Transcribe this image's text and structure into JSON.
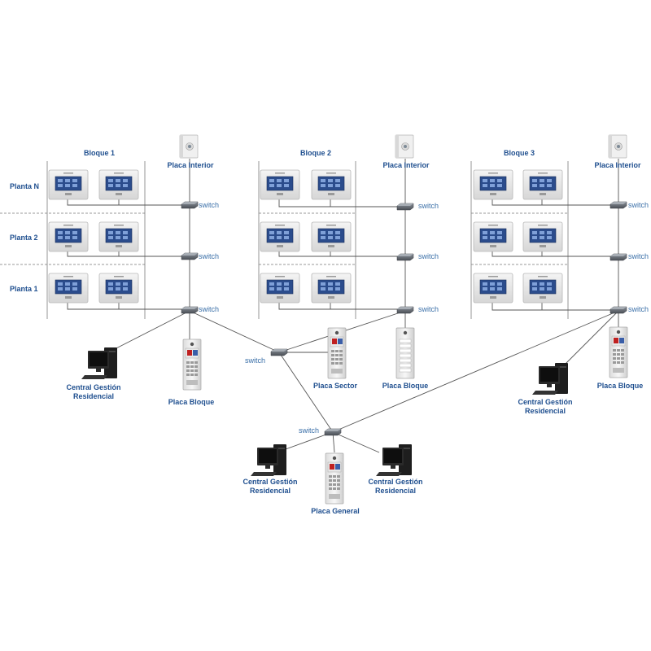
{
  "blocks": [
    {
      "title": "Bloque 1",
      "door_station_label": "Placa Interior"
    },
    {
      "title": "Bloque 2",
      "door_station_label": "Placa Interior"
    },
    {
      "title": "Bloque 3",
      "door_station_label": "Placa Interior"
    }
  ],
  "floors": [
    "Planta N",
    "Planta 2",
    "Planta 1"
  ],
  "switch_label": "switch",
  "devices": {
    "central_left": "Central Gestión Residencial",
    "placa_bloque_1": "Placa Bloque",
    "placa_sector": "Placa Sector",
    "placa_bloque_2": "Placa Bloque",
    "placa_bloque_3": "Placa Bloque",
    "central_right": "Central Gestión Residencial",
    "central_bottom_left": "Central Gestión Residencial",
    "central_bottom_right": "Central Gestión Residencial",
    "placa_general": "Placa General"
  },
  "colors": {
    "label": "#1f4f8f",
    "switch_label": "#3a6fa8",
    "monitor_screen": "#2b4c8c",
    "line": "#555555"
  }
}
